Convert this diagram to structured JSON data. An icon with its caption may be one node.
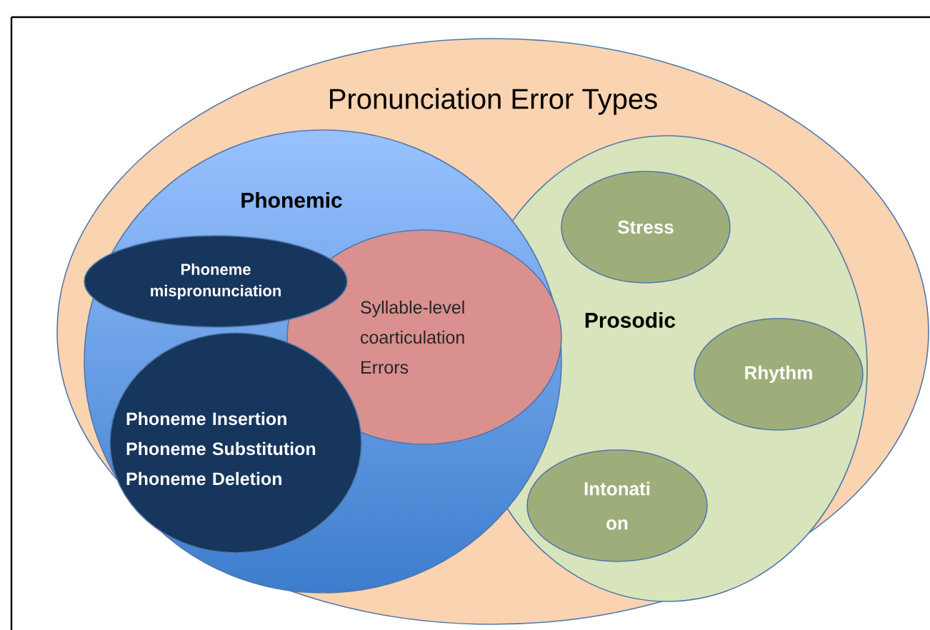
{
  "diagram": {
    "nodes": [
      {
        "text": [
          "Pronunciation Error Types"
        ]
      },
      {
        "text": [
          "Phonemic"
        ],
        "in": 0
      },
      {
        "text": [
          "Phoneme mispronunciation"
        ],
        "in": 1
      },
      {
        "text": [
          "Syllable-level coarticulation Errors"
        ],
        "in": 1
      },
      {
        "text": [
          "Phoneme Insertion Phoneme Substitution Phoneme Deletion"
        ],
        "in": 1
      },
      {
        "text": [
          "Prosodic"
        ],
        "in": 0
      },
      {
        "text": [
          "Stress"
        ],
        "in": 5
      },
      {
        "text": [
          "Rhythm"
        ],
        "in": 5
      },
      {
        "text": [
          "Intonati on"
        ],
        "in": 5
      }
    ]
  }
}
